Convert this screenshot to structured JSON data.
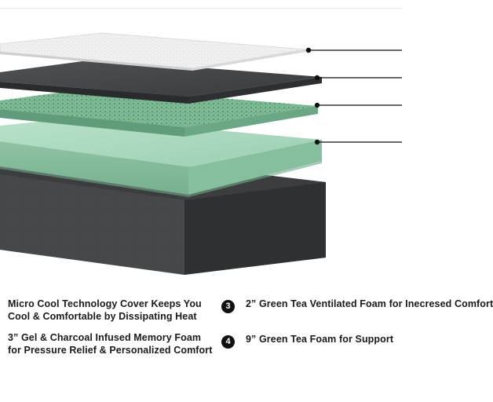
{
  "captions": {
    "layer_1": "Micro Cool Technology Cover Keeps You Cool & Comfortable by Dissipating Heat",
    "layer_2": "3” Gel & Charcoal Infused Memory Foam for Pressure Relief & Personalized Comfort",
    "layer_3_number": "3",
    "layer_3": "2”  Green Tea Ventilated Foam for Inecresed Comfort",
    "layer_4_number": "4",
    "layer_4": "9” Green Tea Foam for Support"
  },
  "colors": {
    "cover": "#f2f2f2",
    "gel_layer": "#3c3c3c",
    "ventilated_layer": "#7dbb95",
    "support_layer": "#a9d8bd",
    "base_cover": "#444547",
    "callout_line": "#111111"
  }
}
